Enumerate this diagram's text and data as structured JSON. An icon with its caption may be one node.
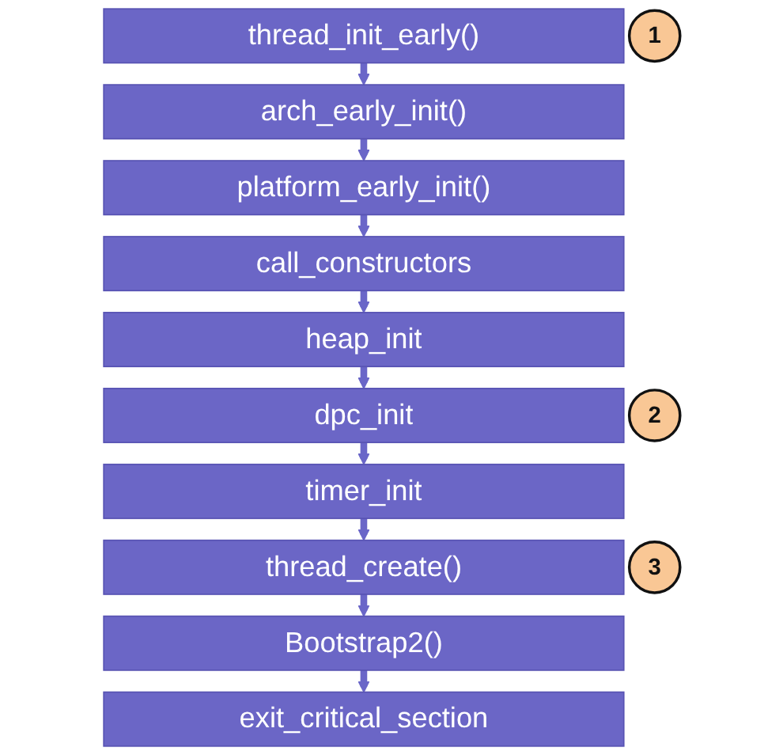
{
  "diagram": {
    "nodes": [
      {
        "text": [
          "thread_init_early()"
        ]
      },
      {
        "text": [
          "arch_early_init()"
        ]
      },
      {
        "text": [
          "platform_early_init()"
        ]
      },
      {
        "text": [
          "call_constructors"
        ]
      },
      {
        "text": [
          "heap_init"
        ]
      },
      {
        "text": [
          "dpc_init"
        ]
      },
      {
        "text": [
          "timer_init"
        ]
      },
      {
        "text": [
          "thread_create()"
        ]
      },
      {
        "text": [
          "Bootstrap2()"
        ]
      },
      {
        "text": [
          "exit_critical_section"
        ]
      },
      {
        "text": [
          "1"
        ]
      },
      {
        "text": [
          "2"
        ]
      },
      {
        "text": [
          "3"
        ]
      }
    ],
    "edges": [
      {
        "from": 0,
        "to": 1,
        "arrow": "to"
      },
      {
        "from": 1,
        "to": 2,
        "arrow": "to"
      },
      {
        "from": 2,
        "to": 3,
        "arrow": "to"
      },
      {
        "from": 3,
        "to": 4,
        "arrow": "to"
      },
      {
        "from": 4,
        "to": 5,
        "arrow": "to"
      },
      {
        "from": 5,
        "to": 6,
        "arrow": "to"
      },
      {
        "from": 6,
        "to": 7,
        "arrow": "to"
      },
      {
        "from": 7,
        "to": 8,
        "arrow": "to"
      },
      {
        "from": 8,
        "to": 9,
        "arrow": "to"
      }
    ]
  }
}
